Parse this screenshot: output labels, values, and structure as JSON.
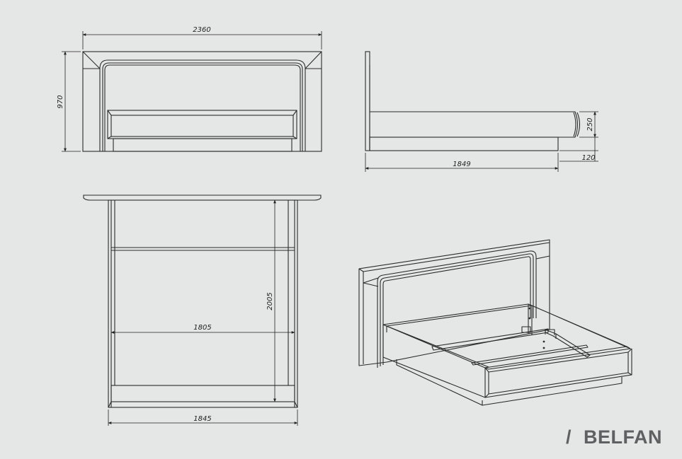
{
  "front_view": {
    "width_label": "2360",
    "height_label": "970"
  },
  "side_view": {
    "length_label": "1849",
    "frame_height_label": "250",
    "clearance_label": "120"
  },
  "top_view": {
    "inner_width_label": "1805",
    "inner_length_label": "2005",
    "outer_width_label": "1845"
  },
  "brand": {
    "mark": "/",
    "name": "BELFAN",
    "color": "#5f6061"
  },
  "colors": {
    "background": "#e5e6e6",
    "line": "#2b2b2b"
  }
}
